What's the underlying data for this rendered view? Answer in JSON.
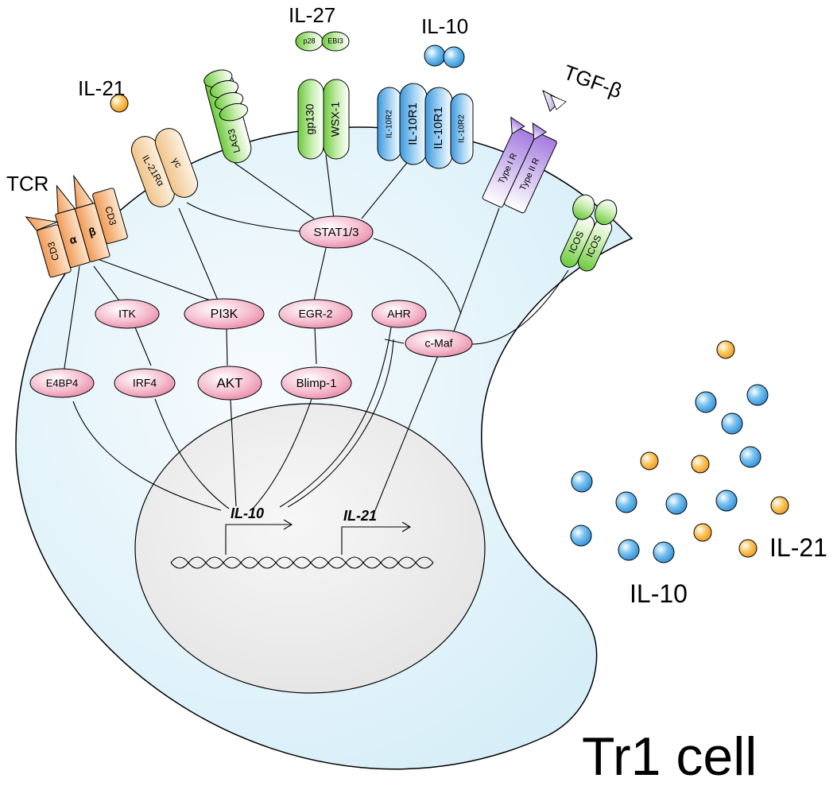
{
  "title": "Tr1 cell",
  "ligands": {
    "il21": "IL-21",
    "il27": "IL-27",
    "il27_subunit_a": "p28",
    "il27_subunit_b": "EBI3",
    "il10": "IL-10",
    "tgfb": "TGF-β"
  },
  "receptors": {
    "tcr": "TCR",
    "cd3_left": "CD3",
    "alpha": "α",
    "beta": "β",
    "cd3_right": "CD3",
    "il21ra": "IL-21Rα",
    "gamma_c": "γc",
    "lag3": "LAG3",
    "gp130": "gp130",
    "wsx1": "WSX-1",
    "il10r2_a": "IL-10R2",
    "il10r1_a": "IL-10R1",
    "il10r1_b": "IL-10R1",
    "il10r2_b": "IL-10R2",
    "type1r": "Type I R",
    "type2r": "Type II R",
    "icos_a": "ICOS",
    "icos_b": "ICOS"
  },
  "signaling": {
    "stat13": "STAT1/3",
    "itk": "ITK",
    "pi3k": "PI3K",
    "egr2": "EGR-2",
    "ahr": "AHR",
    "cmaf": "c-Maf",
    "e4bp4": "E4BP4",
    "irf4": "IRF4",
    "akt": "AKT",
    "blimp1": "Blimp-1"
  },
  "genes": {
    "il10": "IL-10",
    "il21": "IL-21"
  },
  "secreted": {
    "il10": "IL-10",
    "il21": "IL-21"
  },
  "colors": {
    "cell_fill": "#e3f4fb",
    "nucleus_fill": "#eeeeee",
    "node_pink": "#f2a9bf",
    "il10_blue": "#4aa7e6",
    "il21_orange": "#f7ae3a",
    "green": "#7fd24e",
    "tcr_orange": "#f5b27b",
    "purple": "#b393e5"
  }
}
